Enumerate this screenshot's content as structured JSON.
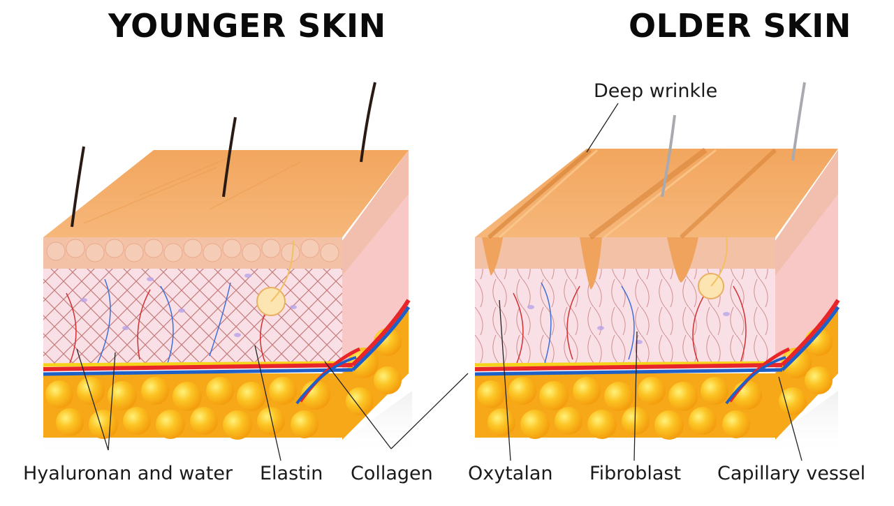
{
  "titles": {
    "left": "YOUNGER SKIN",
    "right": "OLDER SKIN"
  },
  "labels": {
    "deep_wrinkle": "Deep wrinkle",
    "hyaluronan": "Hyaluronan and water",
    "elastin": "Elastin",
    "collagen": "Collagen",
    "oxytalan": "Oxytalan",
    "fibroblast": "Fibroblast",
    "capillary": "Capillary vessel"
  },
  "colors": {
    "epidermis_top": "#f6b77a",
    "epidermis_side": "#f3c1a6",
    "dermis": "#f9dfe6",
    "collagen_fiber": "#a5524a",
    "fat": "#f7b51e",
    "artery": "#e8262a",
    "vein": "#1e5fc8",
    "nerve": "#f5d31a"
  }
}
